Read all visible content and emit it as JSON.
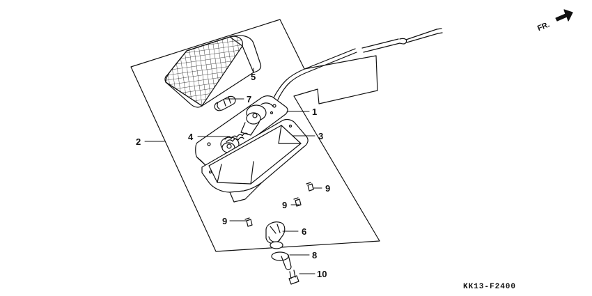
{
  "diagram": {
    "direction_label": "FR.",
    "drawing_code": "KK13-F2400",
    "callouts": [
      {
        "id": "1",
        "label": "1"
      },
      {
        "id": "2",
        "label": "2"
      },
      {
        "id": "3",
        "label": "3"
      },
      {
        "id": "4",
        "label": "4"
      },
      {
        "id": "5",
        "label": "5"
      },
      {
        "id": "6",
        "label": "6"
      },
      {
        "id": "7",
        "label": "7"
      },
      {
        "id": "8",
        "label": "8"
      },
      {
        "id": "9a",
        "label": "9"
      },
      {
        "id": "9b",
        "label": "9"
      },
      {
        "id": "9c",
        "label": "9"
      },
      {
        "id": "10",
        "label": "10"
      }
    ],
    "colors": {
      "ink": "#111111",
      "paper": "#ffffff"
    }
  }
}
